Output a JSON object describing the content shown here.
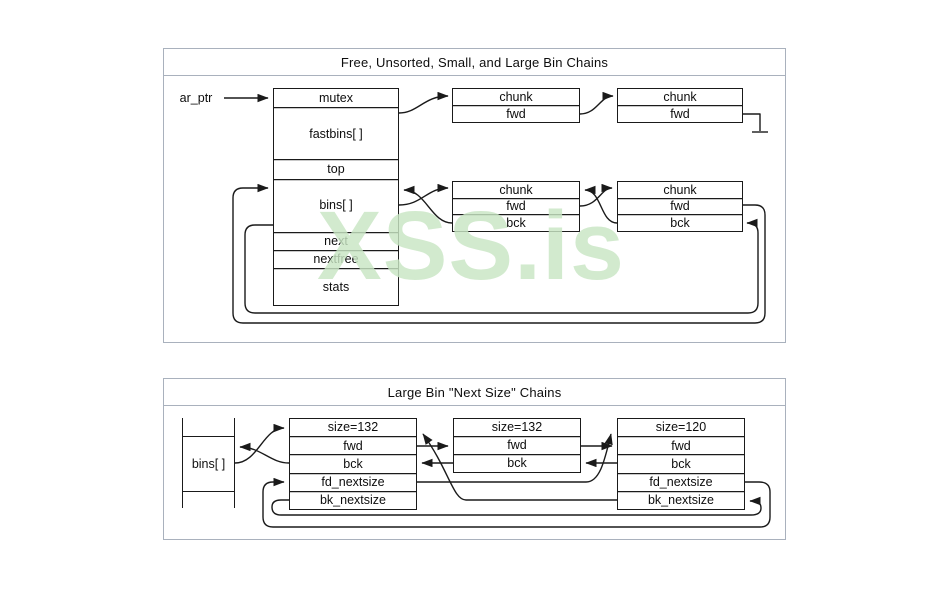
{
  "watermark": {
    "text": "XSS.is",
    "color": "#c9e6c4"
  },
  "colors": {
    "panel_border": "#a9b1bd",
    "wire": "#1a1a1a",
    "box_background": "#ffffff",
    "text": "#111111"
  },
  "top_panel": {
    "title": "Free, Unsorted, Small, and Large Bin Chains",
    "arena_pointer": "ar_ptr",
    "arena_struct": {
      "rows": [
        "mutex",
        "fastbins[ ]",
        "top",
        "bins[ ]",
        "next",
        "nextfree",
        "stats"
      ]
    },
    "fastbin_chain": {
      "chunk1": {
        "rows": [
          "chunk",
          "fwd"
        ]
      },
      "chunk2": {
        "rows": [
          "chunk",
          "fwd"
        ]
      }
    },
    "bin_chain": {
      "chunk1": {
        "rows": [
          "chunk",
          "fwd",
          "bck"
        ]
      },
      "chunk2": {
        "rows": [
          "chunk",
          "fwd",
          "bck"
        ]
      }
    }
  },
  "bottom_panel": {
    "title": "Large Bin \"Next Size\" Chains",
    "bins_array_label": "bins[ ]",
    "chunk1": {
      "rows": [
        "size=132",
        "fwd",
        "bck",
        "fd_nextsize",
        "bk_nextsize"
      ]
    },
    "chunk2": {
      "rows": [
        "size=132",
        "fwd",
        "bck"
      ]
    },
    "chunk3": {
      "rows": [
        "size=120",
        "fwd",
        "bck",
        "fd_nextsize",
        "bk_nextsize"
      ]
    }
  }
}
